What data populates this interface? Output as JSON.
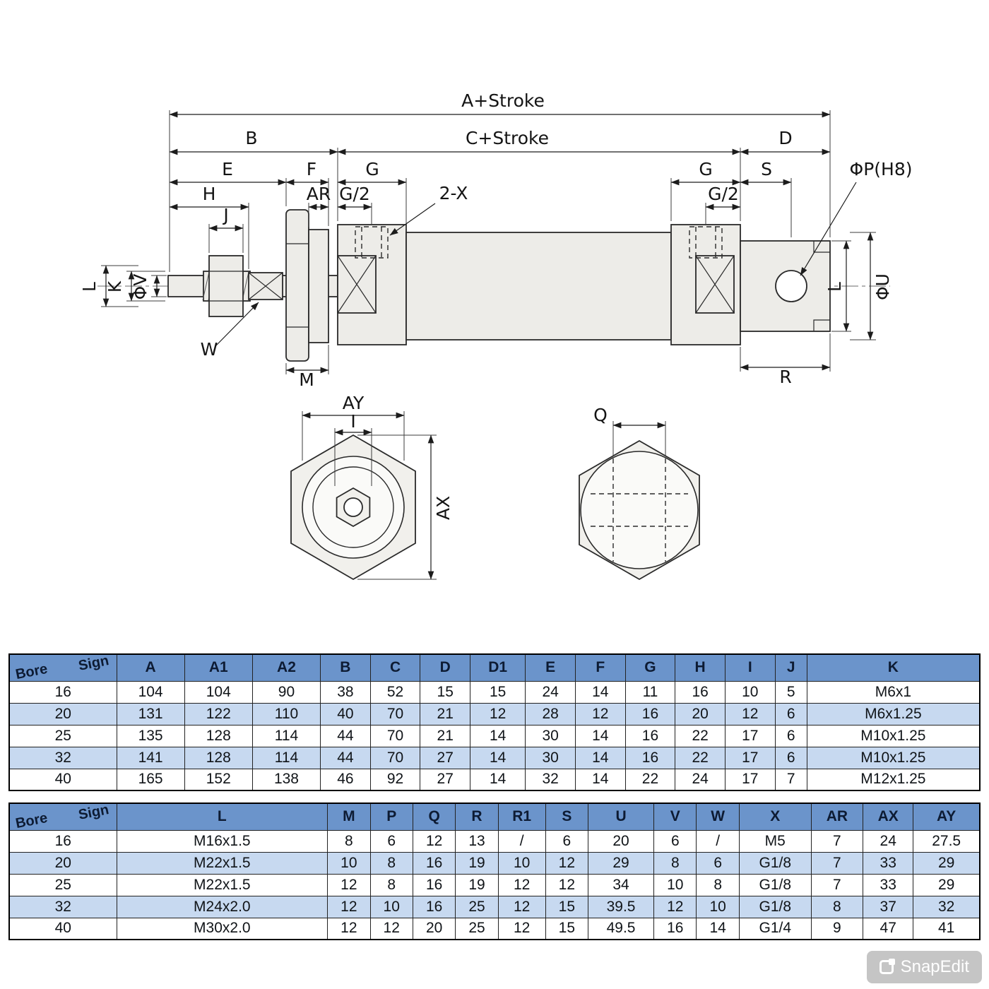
{
  "watermark": {
    "text": "SnapEdit"
  },
  "drawing": {
    "labels": {
      "a_stroke": "A+Stroke",
      "c_stroke": "C+Stroke",
      "b": "B",
      "d": "D",
      "e": "E",
      "f": "F",
      "g_left": "G",
      "g_right": "G",
      "s": "S",
      "h": "H",
      "ar": "AR",
      "g2_left": "G/2",
      "g2_right": "G/2",
      "two_x": "2-X",
      "j": "J",
      "phi_p": "ΦP(H8)",
      "phi_v": "ΦV",
      "k": "K",
      "l_left": "L",
      "l_right": "L",
      "phi_u": "ΦU",
      "w": "W",
      "m": "M",
      "r": "R",
      "ay": "AY",
      "i": "I",
      "ax": "AX",
      "q": "Q"
    }
  },
  "table1": {
    "corner_top": "Sign",
    "corner_bottom": "Bore",
    "headers": [
      "A",
      "A1",
      "A2",
      "B",
      "C",
      "D",
      "D1",
      "E",
      "F",
      "G",
      "H",
      "I",
      "J",
      "K"
    ],
    "rows": [
      {
        "bore": "16",
        "values": [
          "104",
          "104",
          "90",
          "38",
          "52",
          "15",
          "15",
          "24",
          "14",
          "11",
          "16",
          "10",
          "5",
          "M6x1"
        ]
      },
      {
        "bore": "20",
        "values": [
          "131",
          "122",
          "110",
          "40",
          "70",
          "21",
          "12",
          "28",
          "12",
          "16",
          "20",
          "12",
          "6",
          "M6x1.25"
        ]
      },
      {
        "bore": "25",
        "values": [
          "135",
          "128",
          "114",
          "44",
          "70",
          "21",
          "14",
          "30",
          "14",
          "16",
          "22",
          "17",
          "6",
          "M10x1.25"
        ]
      },
      {
        "bore": "32",
        "values": [
          "141",
          "128",
          "114",
          "44",
          "70",
          "27",
          "14",
          "30",
          "14",
          "16",
          "22",
          "17",
          "6",
          "M10x1.25"
        ]
      },
      {
        "bore": "40",
        "values": [
          "165",
          "152",
          "138",
          "46",
          "92",
          "27",
          "14",
          "32",
          "14",
          "22",
          "24",
          "17",
          "7",
          "M12x1.25"
        ]
      }
    ]
  },
  "table2": {
    "corner_top": "Sign",
    "corner_bottom": "Bore",
    "headers": [
      "L",
      "M",
      "P",
      "Q",
      "R",
      "R1",
      "S",
      "U",
      "V",
      "W",
      "X",
      "AR",
      "AX",
      "AY"
    ],
    "rows": [
      {
        "bore": "16",
        "values": [
          "M16x1.5",
          "8",
          "6",
          "12",
          "13",
          "/",
          "6",
          "20",
          "6",
          "/",
          "M5",
          "7",
          "24",
          "27.5"
        ]
      },
      {
        "bore": "20",
        "values": [
          "M22x1.5",
          "10",
          "8",
          "16",
          "19",
          "10",
          "12",
          "29",
          "8",
          "6",
          "G1/8",
          "7",
          "33",
          "29"
        ]
      },
      {
        "bore": "25",
        "values": [
          "M22x1.5",
          "12",
          "8",
          "16",
          "19",
          "12",
          "12",
          "34",
          "10",
          "8",
          "G1/8",
          "7",
          "33",
          "29"
        ]
      },
      {
        "bore": "32",
        "values": [
          "M24x2.0",
          "12",
          "10",
          "16",
          "25",
          "12",
          "15",
          "39.5",
          "12",
          "10",
          "G1/8",
          "8",
          "37",
          "32"
        ]
      },
      {
        "bore": "40",
        "values": [
          "M30x2.0",
          "12",
          "12",
          "20",
          "25",
          "12",
          "15",
          "49.5",
          "16",
          "14",
          "G1/4",
          "9",
          "47",
          "41"
        ]
      }
    ]
  }
}
